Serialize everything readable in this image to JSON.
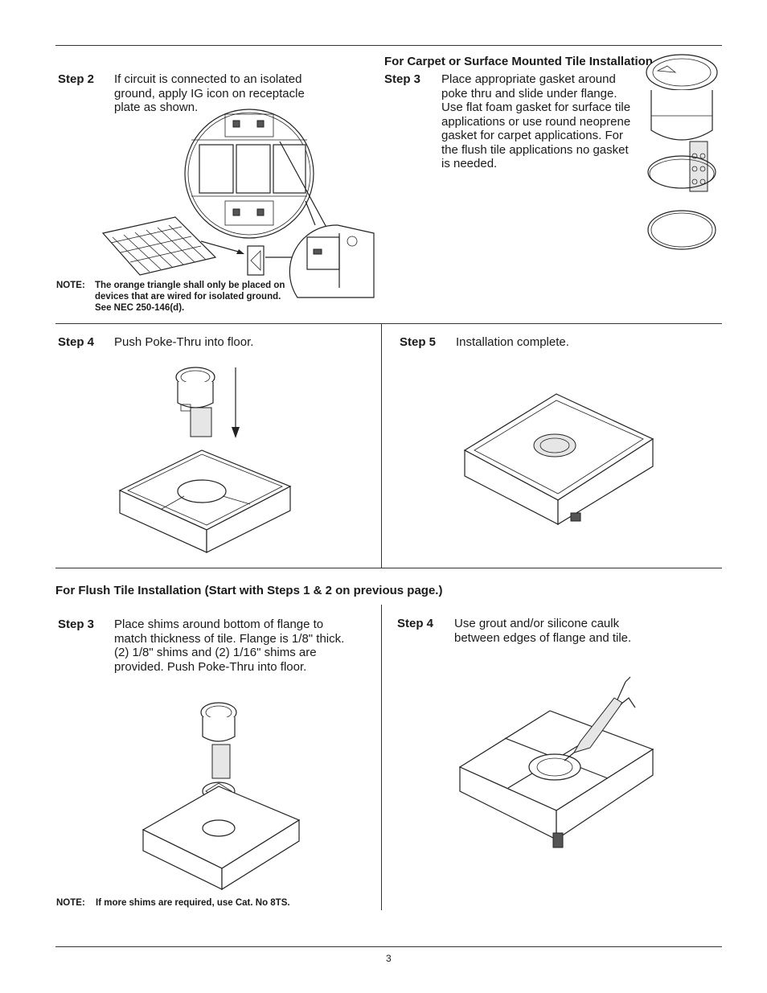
{
  "carpet_header": "For Carpet or Surface Mounted Tile Installation",
  "step2": {
    "label": "Step 2",
    "text": "If circuit is connected to an isolated ground, apply IG icon on receptacle plate as shown.",
    "note_label": "NOTE:",
    "note_text": "The orange triangle shall only be placed on devices that are wired for isolated ground. See NEC 250-146(d)."
  },
  "step3_carpet": {
    "label": "Step 3",
    "text": "Place appropriate gasket around poke thru and slide under flange. Use flat foam gasket for surface tile applications or use round neoprene gasket for carpet applications. For the flush tile applications no gasket is needed."
  },
  "step4_carpet": {
    "label": "Step 4",
    "text": "Push Poke-Thru into floor."
  },
  "step5_carpet": {
    "label": "Step 5",
    "text": "Installation complete."
  },
  "flush_header": "For Flush Tile Installation (Start with Steps 1 & 2 on previous page.)",
  "step3_flush": {
    "label": "Step 3",
    "text": "Place shims around bottom of flange to match thickness of tile. Flange is 1/8\" thick. (2) 1/8\" shims and (2) 1/16\" shims are provided. Push Poke-Thru into floor.",
    "note_label": "NOTE:",
    "note_text": "If more shims are required, use Cat. No 8TS."
  },
  "step4_flush": {
    "label": "Step 4",
    "text": "Use grout and/or silicone caulk between edges of flange and tile."
  },
  "page_number": "3"
}
